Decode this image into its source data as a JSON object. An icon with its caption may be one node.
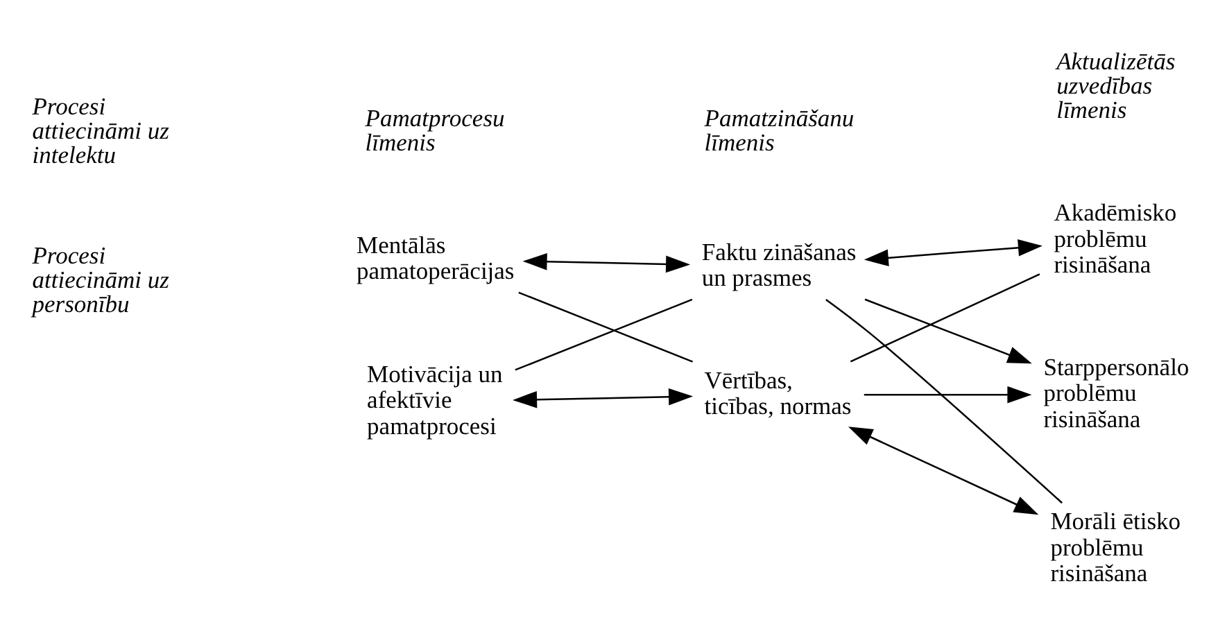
{
  "diagram": {
    "nodes": [
      {
        "text": [
          "Mentālās pamatoperācijas"
        ]
      },
      {
        "text": [
          "Motivācija un afektīvie pamatprocesi"
        ]
      },
      {
        "text": [
          "Faktu zināšanas un prasmes"
        ]
      },
      {
        "text": [
          "Vērtības, ticības, normas"
        ]
      },
      {
        "text": [
          "Akadēmisko problēmu risināšana"
        ]
      },
      {
        "text": [
          "Starppersonālo problēmu risināšana"
        ]
      },
      {
        "text": [
          "Morāli ētisko problēmu risināšana"
        ]
      }
    ],
    "edges": [
      {
        "from": 0,
        "to": 2,
        "arrow": "both"
      },
      {
        "from": 0,
        "to": 3,
        "arrow": "none"
      },
      {
        "from": 1,
        "to": 2,
        "arrow": "none"
      },
      {
        "from": 1,
        "to": 3,
        "arrow": "both"
      },
      {
        "from": 2,
        "to": 4,
        "arrow": "both"
      },
      {
        "from": 2,
        "to": 5,
        "arrow": "to"
      },
      {
        "from": 2,
        "to": 6,
        "arrow": "none"
      },
      {
        "from": 3,
        "to": 4,
        "arrow": "none"
      },
      {
        "from": 3,
        "to": 5,
        "arrow": "to"
      },
      {
        "from": 3,
        "to": 6,
        "arrow": "both"
      }
    ],
    "labels": [
      "Pamatprocesu līmenis",
      "Pamatzināšanu līmenis",
      "Aktualizētās uzvedības līmenis",
      "Procesi attiecināmi uz intelektu",
      "Procesi attiecināmi uz personību"
    ]
  }
}
